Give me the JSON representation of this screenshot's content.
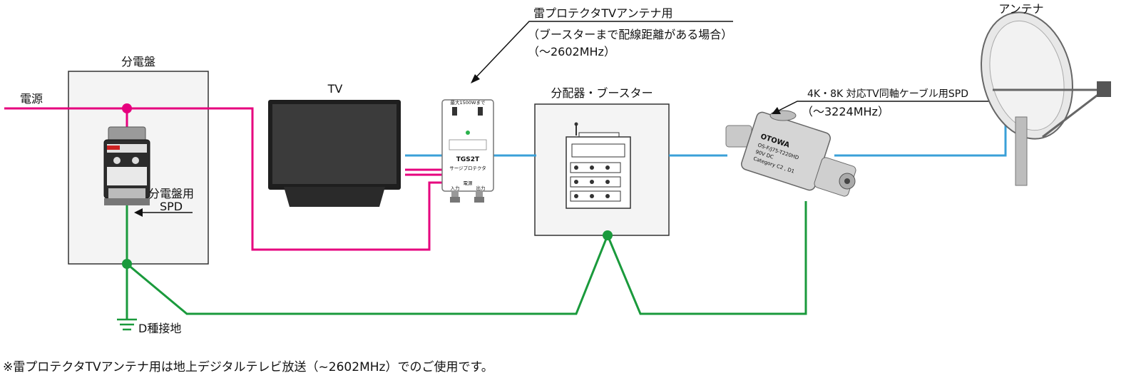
{
  "labels": {
    "power_source": "電源",
    "distribution_board": "分電盤",
    "board_spd": [
      "分電盤用",
      "SPD"
    ],
    "tv": "TV",
    "splitter_booster": "分配器・ブースター",
    "antenna": "アンテナ",
    "ground": "D種接地",
    "tv_antenna_spd": [
      "雷プロテクタTVアンテナ用",
      "（ブースターまで配線距離がある場合）",
      "（～2602MHz）"
    ],
    "coax_spd": [
      "4K・8K 対応TV同軸ケーブル用SPD",
      "（～3224MHz）"
    ]
  },
  "device_text": {
    "protector_rating": "最大1500Wまで",
    "protector_model": "TGS2T",
    "protector_name": "サージプロテクタ",
    "protector_in": "入力",
    "protector_out": "出力",
    "protector_power": "電源",
    "coax_brand": "OTOWA",
    "coax_model": "OS-F/J75-T220HD",
    "coax_v": "90V DC",
    "coax_cat": "Category C2 , D1"
  },
  "footnote": "※雷プロテクタTVアンテナ用は地上デジタルテレビ放送（~2602MHz）でのご使用です。",
  "colors": {
    "power_line": "#e6007e",
    "signal_line": "#3aa0d8",
    "ground_line": "#1a9a3c",
    "box_border": "#333333",
    "box_fill": "#f4f4f4"
  }
}
